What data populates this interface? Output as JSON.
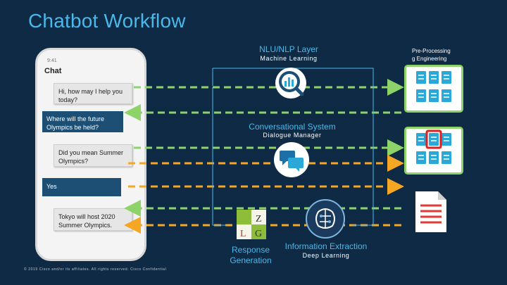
{
  "title": "Chatbot Workflow",
  "nlu": {
    "label": "NLU/NLP Layer",
    "sub": "Machine Learning"
  },
  "conversational": {
    "label": "Conversational System",
    "sub": "Dialogue Manager"
  },
  "response": {
    "label_line1": "Response",
    "label_line2": "Generation"
  },
  "extraction": {
    "label": "Information Extraction",
    "sub": "Deep Learning"
  },
  "top_right": {
    "line1": "Pre-Processing",
    "line2": "g Engineering"
  },
  "phone": {
    "status": "9:41",
    "title": "Chat",
    "messages": [
      {
        "from": "bot",
        "text": "Hi, how may I help you today?"
      },
      {
        "from": "user",
        "text": "Where will the future Olympics be held?"
      },
      {
        "from": "bot",
        "text": "Did you mean Summer Olympics?"
      },
      {
        "from": "user",
        "text": "Yes"
      },
      {
        "from": "bot",
        "text": "Tokyo will host 2020 Summer Olympics."
      }
    ]
  },
  "footer": "© 2019 Cisco and/or its affiliates. All rights reserved.    Cisco Confidential",
  "colors": {
    "background": "#0f2a44",
    "accent_blue": "#49b8ea",
    "green_arrow": "#8dd36a",
    "orange_arrow": "#f5a623",
    "panel_border": "#8dd36a",
    "highlight": "#e02020"
  }
}
